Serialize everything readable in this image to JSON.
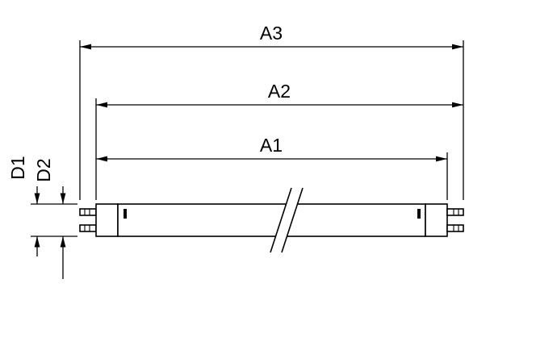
{
  "diagram": {
    "labels": {
      "a1": "A1",
      "a2": "A2",
      "a3": "A3",
      "d1": "D1",
      "d2": "D2"
    },
    "colors": {
      "line": "#000000",
      "background": "#ffffff"
    }
  }
}
